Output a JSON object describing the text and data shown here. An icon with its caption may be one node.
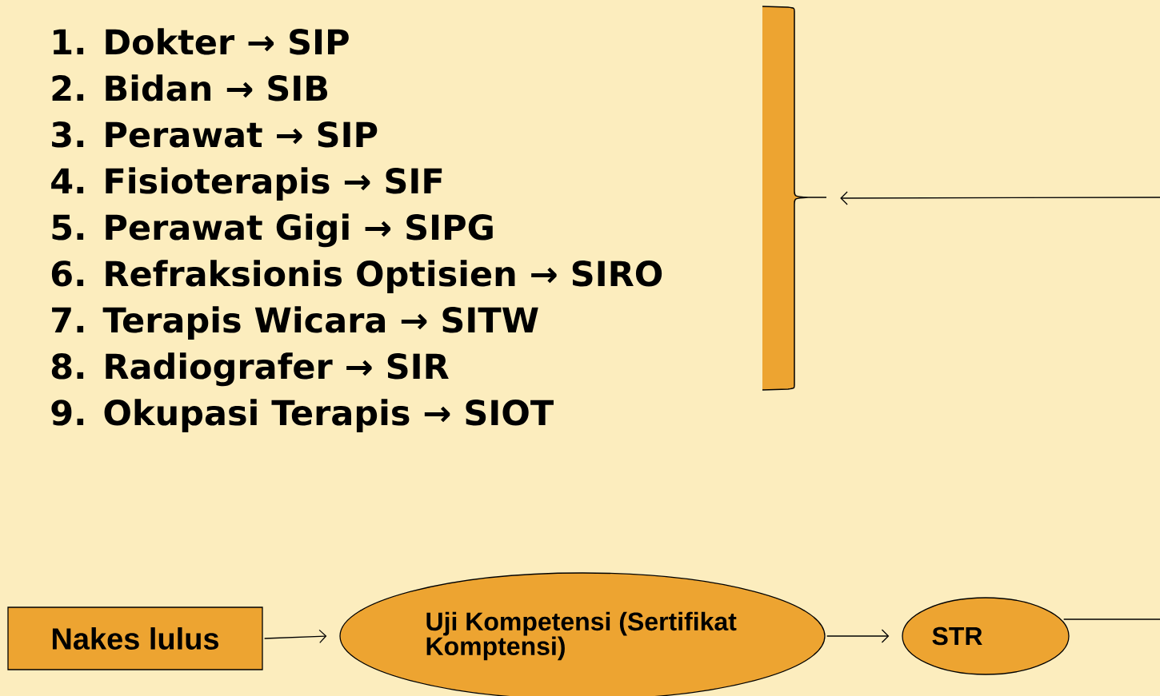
{
  "diagram": {
    "nodes": [
      {
        "text": [],
        "shape": "brace"
      },
      {
        "text": [
          "Nakes lulus"
        ]
      },
      {
        "text": [
          "Uji Kompetensi (Sertifikat Komptensi)"
        ]
      },
      {
        "text": [
          "STR"
        ]
      }
    ],
    "edges": [
      {
        "from": 1,
        "to": 2,
        "arrow": "to"
      },
      {
        "from": 2,
        "to": 3,
        "arrow": "to"
      },
      {
        "from": 3,
        "to": null,
        "arrow": "none"
      },
      {
        "from": null,
        "to": 0,
        "arrow": "to"
      }
    ],
    "labels": [
      "1. Dokter → SIP",
      "2. Bidan → SIB",
      "3. Perawat → SIP",
      "4. Fisioterapis → SIF",
      "5. Perawat Gigi → SIPG",
      "6. Refraksionis Optisien → SIRO",
      "7. Terapis Wicara → SITW",
      "8. Radiografer → SIR",
      "9. Okupasi Terapis → SIOT"
    ]
  }
}
